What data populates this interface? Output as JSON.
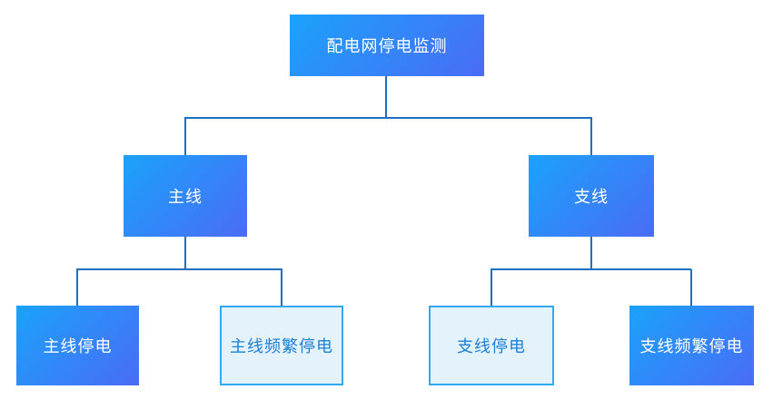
{
  "diagram": {
    "title": "配电网停电监测",
    "nodes": {
      "root": {
        "label": "配电网停电监测",
        "style": "solid"
      },
      "main": {
        "label": "主线",
        "style": "solid"
      },
      "branch": {
        "label": "支线",
        "style": "solid"
      },
      "main_outage": {
        "label": "主线停电",
        "style": "solid"
      },
      "main_frequent": {
        "label": "主线频繁停电",
        "style": "outline"
      },
      "branch_outage": {
        "label": "支线停电",
        "style": "outline"
      },
      "branch_frequent": {
        "label": "支线频繁停电",
        "style": "solid"
      }
    },
    "colors": {
      "node_gradient_start": "#1ba2fb",
      "node_gradient_end": "#4a6cf5",
      "node_text": "#ffffff",
      "outline_border": "#2faaf0",
      "outline_background": "#e4f2fc",
      "outline_text": "#1b80d5",
      "connector": "#2070c0",
      "page_background": "#ffffff"
    }
  }
}
